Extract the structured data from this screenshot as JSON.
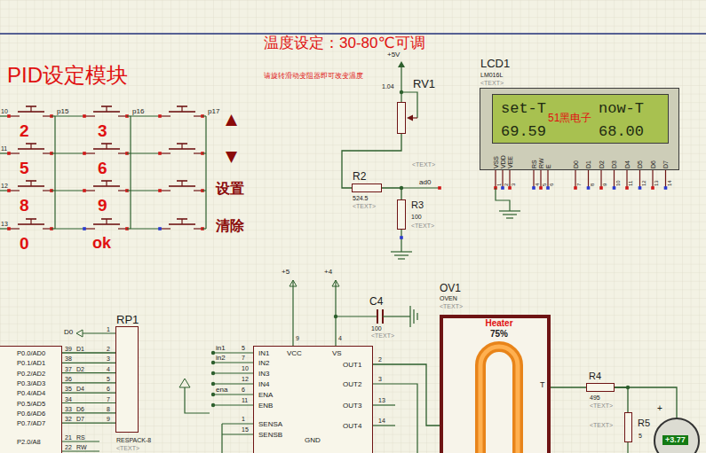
{
  "diagram": {
    "title": "温度设定：30-80℃可调",
    "nodes": [
      {
        "text": [
          "LCD1",
          "LM016L",
          "<TEXT>",
          "VSS",
          "VDD",
          "VEE",
          "RS",
          "RW",
          "E",
          "D0",
          "D1",
          "D2",
          "D3",
          "D4",
          "D5",
          "D6",
          "D7"
        ]
      },
      {
        "text": [
          "set-T",
          "now-T",
          "69.59",
          "68.00"
        ],
        "in": 0
      },
      {
        "text": [
          "1.04",
          "RV1",
          "<TEXT>"
        ]
      },
      {
        "text": [
          "R2",
          "524.5",
          "<TEXT>"
        ]
      },
      {
        "text": [
          "R3",
          "100",
          "<TEXT>"
        ]
      },
      {
        "text": [
          "RP1",
          "RESPACK-8",
          "<TEXT>"
        ]
      },
      {
        "text": [
          "P0.0/AD0",
          "P0.1/AD1",
          "P0.2/AD2",
          "P0.3/AD3",
          "P0.4/AD4",
          "P0.5/AD5",
          "P0.6/AD6",
          "P0.7/AD7",
          "P2.0/A8"
        ]
      },
      {
        "text": [
          "IN1",
          "IN2",
          "IN3",
          "IN4",
          "ENA",
          "ENB",
          "SENSA",
          "SENSB",
          "VCC",
          "VS",
          "GND",
          "OUT1",
          "OUT2",
          "OUT3",
          "OUT4"
        ]
      },
      {
        "text": [
          "OV1",
          "OVEN",
          "<TEXT>"
        ]
      },
      {
        "text": [
          "Heater",
          "75%"
        ],
        "in": 8
      },
      {
        "text": [
          "R4",
          "495",
          "<TEXT>"
        ]
      },
      {
        "text": [
          "R5",
          "5",
          "<TEXT>"
        ]
      },
      {
        "text": [
          "+3.77"
        ]
      }
    ],
    "edges": [
      {
        "from": 2,
        "to": 3,
        "arrow": "none"
      },
      {
        "from": 3,
        "to": 4,
        "arrow": "none"
      },
      {
        "from": 5,
        "to": 6,
        "arrow": "none"
      },
      {
        "from": 7,
        "to": 8,
        "arrow": "none"
      },
      {
        "from": 8,
        "to": 10,
        "arrow": "none"
      },
      {
        "from": 10,
        "to": 11,
        "arrow": "none"
      },
      {
        "from": 10,
        "to": 12,
        "arrow": "none"
      }
    ],
    "labels": [
      "请旋转滑动变阻器即可改变温度",
      "PID设定模块",
      "2",
      "3",
      "5",
      "6",
      "8",
      "9",
      "0",
      "ok",
      "▲",
      "▼",
      "设置",
      "清除",
      "p15",
      "p16",
      "p17",
      "10",
      "11",
      "12",
      "13",
      "+5V",
      "ad0",
      "51黑电子",
      "1",
      "2",
      "3",
      "4",
      "5",
      "6",
      "7",
      "8",
      "9",
      "10",
      "11",
      "12",
      "13",
      "14",
      "+5",
      "+4",
      "9",
      "4",
      "C4",
      "100",
      "<TEXT>",
      "T",
      "+",
      "D0",
      "1",
      "2",
      "3",
      "4",
      "5",
      "6",
      "7",
      "8",
      "9",
      "39",
      "38",
      "37",
      "36",
      "35",
      "34",
      "33",
      "32",
      "D1",
      "D2",
      "D4",
      "D6",
      "D7",
      "21",
      "RS",
      "22",
      "RW",
      "in1",
      "in2",
      "ena",
      "5",
      "7",
      "10",
      "12",
      "6",
      "11",
      "1",
      "15",
      "2",
      "3",
      "13",
      "14"
    ]
  }
}
